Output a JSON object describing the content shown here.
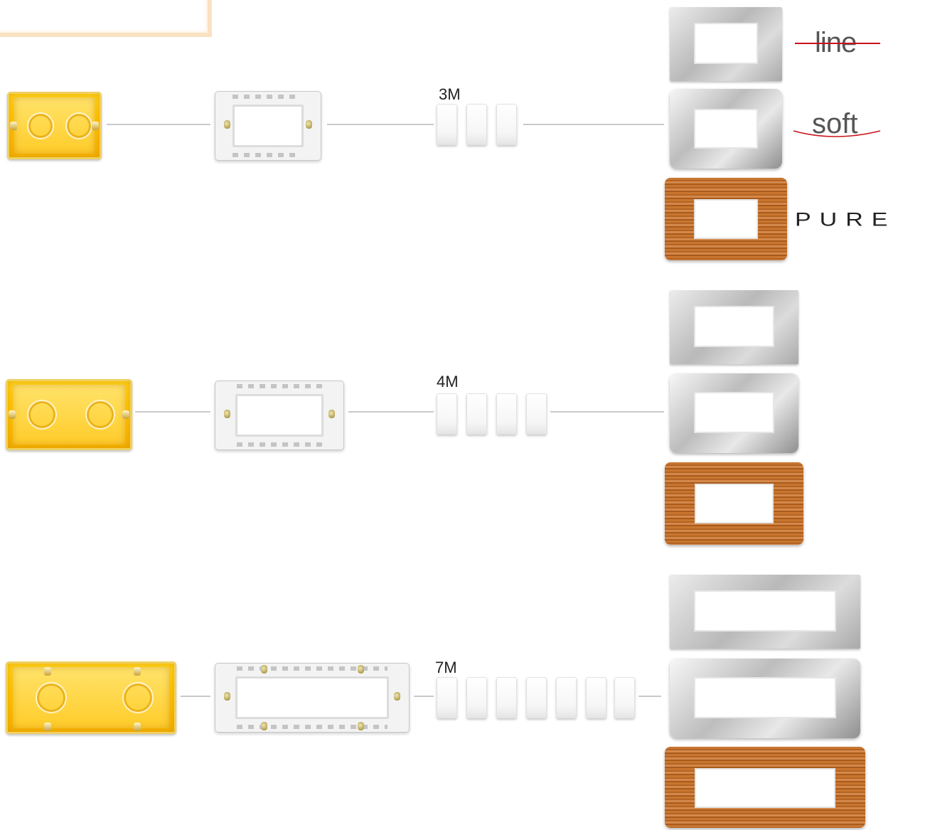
{
  "rows": [
    {
      "module_label": "3M",
      "modules": 3
    },
    {
      "module_label": "4M",
      "modules": 4
    },
    {
      "module_label": "7M",
      "modules": 7
    }
  ],
  "series": {
    "line": "line",
    "soft": "soft",
    "pure": "PURE"
  },
  "colors": {
    "box_yellow": "#ffc200",
    "connector": "#c9c9c9",
    "logo_accent_red": "#c8121b",
    "wood": "#c8762f",
    "corner_accent": "#f9e2c2"
  }
}
